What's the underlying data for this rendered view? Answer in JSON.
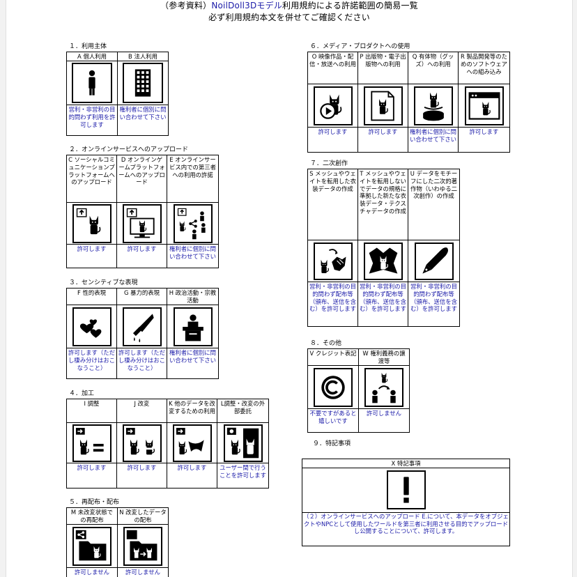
{
  "header": {
    "line1_prefix": "（参考資料）",
    "line1_model": "NoilDoll3Dモデル",
    "line1_suffix": "利用規約による許諾範囲の簡易一覧",
    "line2": "必ず利用規約本文を併せてご確認ください"
  },
  "sections": {
    "s1": {
      "title": "１．利用主体",
      "cells": [
        {
          "label": "A 個人利用",
          "icon": "person-icon",
          "permission": "営利・非営利の目的問わず利用を許可します"
        },
        {
          "label": "B 法人利用",
          "icon": "building-icon",
          "permission": "権利者に個別に問い合わせて下さい"
        }
      ]
    },
    "s2": {
      "title": "２．オンラインサービスへのアップロード",
      "cells": [
        {
          "label": "C ソーシャルコミュニケーションプラットフォームへのアップロード",
          "icon": "upload-social-icon",
          "permission": "許可します"
        },
        {
          "label": "D オンラインゲームプラットフォームへのアップロード",
          "icon": "upload-game-icon",
          "permission": "許可します"
        },
        {
          "label": "E オンラインサービス内での第三者への利用の許諾",
          "icon": "share-third-party-icon",
          "permission": "権利者に個別に問い合わせて下さい"
        }
      ]
    },
    "s3": {
      "title": "３．センシティブな表現",
      "cells": [
        {
          "label": "F 性的表現",
          "icon": "hearts-icon",
          "permission": "許可します（ただし棲み分けはおこなうこと）"
        },
        {
          "label": "G 暴力的表現",
          "icon": "knife-icon",
          "permission": "許可します（ただし棲み分けはおこなうこと）"
        },
        {
          "label": "H 政治活動・宗教活動",
          "icon": "podium-icon",
          "permission": "権利者に個別に問い合わせて下さい"
        }
      ]
    },
    "s4": {
      "title": "４．加工",
      "cells": [
        {
          "label": "I 調整",
          "icon": "adjust-icon",
          "permission": "許可します"
        },
        {
          "label": "J 改変",
          "icon": "modify-icon",
          "permission": "許可します"
        },
        {
          "label": "K 他のデータを改変するための利用",
          "icon": "use-for-other-data-icon",
          "permission": "許可します"
        },
        {
          "label": "L調整・改変の外部委託",
          "icon": "outsource-icon",
          "permission": "ユーザー間で行うことを許可します"
        }
      ]
    },
    "s5": {
      "title": "５．再配布・配布",
      "cells": [
        {
          "label": "M 未改変状態での再配布",
          "icon": "redistribute-unmodified-icon",
          "permission": "許可しません"
        },
        {
          "label": "N 改変したデータの配布",
          "icon": "distribute-modified-icon",
          "permission": "許可しません"
        }
      ]
    },
    "s6": {
      "title": "６．メディア・プロダクトへの使用",
      "cells": [
        {
          "label": "O 映像作品・配信・放送への利用",
          "icon": "video-icon",
          "permission": "許可します"
        },
        {
          "label": "P 出版物・電子出版物への利用",
          "icon": "publication-icon",
          "permission": "許可します"
        },
        {
          "label": "Q 有体物（グッズ）への利用",
          "icon": "goods-figure-icon",
          "permission": "権利者に個別に問い合わせて下さい"
        },
        {
          "label": "R 製品開発等のためのソフトウェアへの組み込み",
          "icon": "software-window-icon",
          "permission": "許可します"
        }
      ]
    },
    "s7": {
      "title": "７．二次創作",
      "cells": [
        {
          "label": "S メッシュやウェイトを転用した衣装データの作成",
          "icon": "costume-from-mesh-icon",
          "permission": "営利・非営利の目的問わず配布等（頒布、送信を含む）を許可します"
        },
        {
          "label": "T メッシュやウェイトを転用しないでデータの規格に準拠した新たな衣装データ・テクスチャデータの作成",
          "icon": "new-costume-icon",
          "permission": "営利・非営利の目的問わず配布等（頒布、送信を含む）を許可します"
        },
        {
          "label": "U データをモチーフにした二次的著作物（いわゆる二次創作）の作成",
          "icon": "pen-nib-icon",
          "permission": "営利・非営利の目的問わず配布等（頒布、送信を含む）を許可します"
        }
      ]
    },
    "s8": {
      "title": "８．その他",
      "cells": [
        {
          "label": "V クレジット表記",
          "icon": "copyright-icon",
          "permission": "不要ですがあると嬉しいです"
        },
        {
          "label": "W 権利義務の譲渡等",
          "icon": "transfer-rights-icon",
          "permission": "許可しません"
        }
      ]
    },
    "s9": {
      "title": "９．特記事項",
      "header": "X 特記事項",
      "icon": "exclamation-icon",
      "note": "（２）オンラインサービスへのアップロード E.について、本データをオブジェクトやNPCとして使用したワールドを第三者に利用させる目的でアップロードし公開することについて、許可します。"
    }
  },
  "colors": {
    "permission_text": "#1a1aa8",
    "border": "#000000"
  }
}
